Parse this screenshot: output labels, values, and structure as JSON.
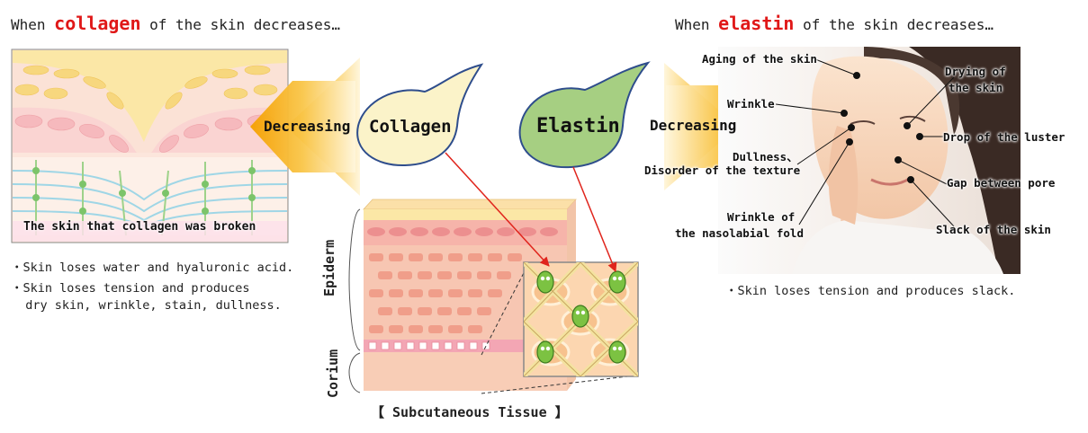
{
  "collagen_side": {
    "title_prefix": "When ",
    "title_highlight": "collagen",
    "title_suffix": " of the skin decreases…",
    "image_caption": "The skin that collagen was broken",
    "notes": [
      "・Skin loses water and hyaluronic acid.",
      "・Skin loses tension and produces",
      "  dry skin, wrinkle, stain, dullness."
    ],
    "arrow_label": "Decreasing",
    "drop_label": "Collagen"
  },
  "elastin_side": {
    "title_prefix": "When ",
    "title_highlight": "elastin",
    "title_suffix": " of the skin decreases…",
    "arrow_label": "Decreasing",
    "drop_label": "Elastin",
    "photo_labels": {
      "aging": "Aging of the skin",
      "wrinkle": "Wrinkle",
      "dullness_1": "Dullness、",
      "dullness_2": "Disorder of the texture",
      "nasolabial_1": "Wrinkle of",
      "nasolabial_2": "the nasolabial fold",
      "drying_1": "Drying of",
      "drying_2": "the skin",
      "luster": "Drop of the luster",
      "pore": "Gap between pore",
      "slack": "Slack of the skin"
    },
    "note": "・Skin loses tension and produces slack."
  },
  "cross_section": {
    "epiderm_label": "Epiderm",
    "corium_label": "Corium",
    "caption": "【 Subcutaneous Tissue 】"
  },
  "colors": {
    "highlight_red": "#e01818",
    "collagen_drop": "#fbf3c9",
    "elastin_drop": "#a6cf82",
    "drop_border": "#2e4d8c",
    "arrow_orange": "#f5a300",
    "pointer_red": "#e0241c"
  }
}
